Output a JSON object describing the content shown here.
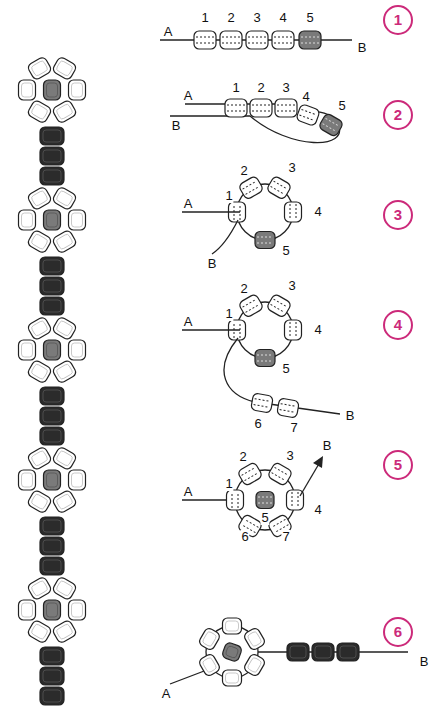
{
  "diagram": {
    "nodes": [
      {
        "text": [
          "1"
        ]
      },
      {
        "text": [
          "2"
        ]
      },
      {
        "text": [
          "3"
        ]
      },
      {
        "text": [
          "4"
        ]
      },
      {
        "text": [
          "5"
        ]
      },
      {
        "text": [
          "6"
        ]
      }
    ],
    "labels": [
      "A",
      "1",
      "2",
      "3",
      "4",
      "5",
      "B",
      "1",
      "2",
      "3",
      "A",
      "B",
      "4",
      "5",
      "2",
      "3",
      "A",
      "1",
      "4",
      "B",
      "5",
      "2",
      "3",
      "A",
      "1",
      "4",
      "5",
      "6",
      "7",
      "B",
      "2",
      "3",
      "B",
      "A",
      "1",
      "4",
      "5",
      "6",
      "7",
      "A",
      "B"
    ]
  }
}
